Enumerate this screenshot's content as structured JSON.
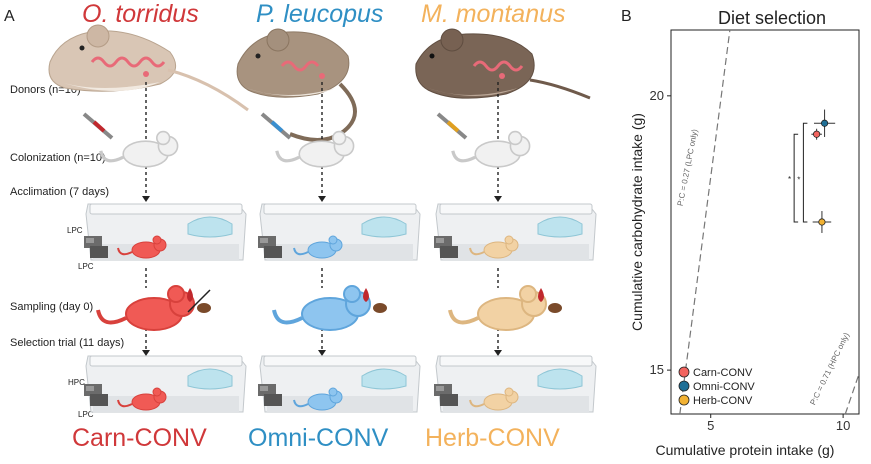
{
  "panel_a": {
    "letter": "A",
    "species": [
      {
        "name": "O. torridus",
        "color": "#d0383a"
      },
      {
        "name": "P. leucopus",
        "color": "#2f8fc4"
      },
      {
        "name": "M. montanus",
        "color": "#f3b25c"
      }
    ],
    "steps": {
      "donors": "Donors (n=10)",
      "colonization": "Colonization (n=10)",
      "acclimation": "Acclimation (7 days)",
      "sampling": "Sampling (day 0)",
      "selection": "Selection trial (11 days)"
    },
    "cage_labels": {
      "lpc": "LPC",
      "hpc": "HPC"
    },
    "groups": [
      {
        "name": "Carn-CONV",
        "color": "#d0383a"
      },
      {
        "name": "Omni-CONV",
        "color": "#2f8fc4"
      },
      {
        "name": "Herb-CONV",
        "color": "#f3b25c"
      }
    ],
    "colors": {
      "carn_mouse": "#f05a55",
      "omni_mouse": "#8ec5ef",
      "herb_mouse": "#f2d2a4",
      "blood": "#c0282d",
      "feces": "#7a4a2a"
    }
  },
  "panel_b": {
    "letter": "B",
    "ref_labels": {
      "lpc": "P:C = 0.27 (LPC only)",
      "hpc": "P:C = 0.71 (HPC only)"
    }
  },
  "chart_data": {
    "type": "scatter",
    "title": "Diet selection",
    "xlabel": "Cumulative protein intake (g)",
    "ylabel": "Cumulative carbohydrate intake (g)",
    "xlim": [
      3.5,
      10.6
    ],
    "ylim": [
      14.2,
      21.2
    ],
    "xticks": [
      "5",
      "10"
    ],
    "yticks": [
      "15",
      "20"
    ],
    "grid": false,
    "legend_position": "bottom-left",
    "series": [
      {
        "name": "Carn-CONV",
        "color": "#f2645f",
        "x": 9.0,
        "y": 19.3,
        "xerr": 0.2,
        "yerr": 0.1
      },
      {
        "name": "Omni-CONV",
        "color": "#1f6f96",
        "x": 9.3,
        "y": 19.5,
        "xerr": 0.4,
        "yerr": 0.25
      },
      {
        "name": "Herb-CONV",
        "color": "#f2b233",
        "x": 9.2,
        "y": 17.7,
        "xerr": 0.35,
        "yerr": 0.2
      }
    ],
    "reference_lines": [
      {
        "slope_pc": 0.27,
        "dashed": true
      },
      {
        "slope_pc": 0.71,
        "dashed": true
      }
    ],
    "significance_markers": [
      "*",
      "*"
    ]
  }
}
